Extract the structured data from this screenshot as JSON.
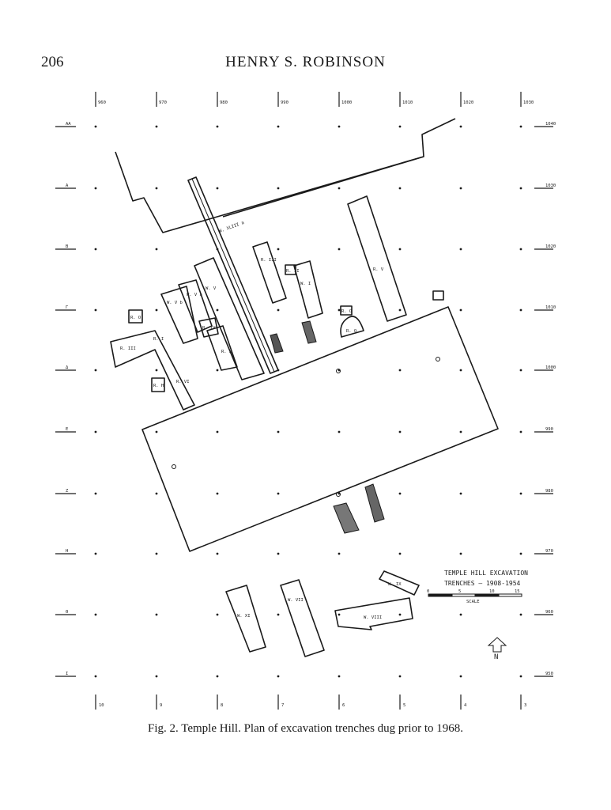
{
  "header": {
    "page_number": "206",
    "running_head": "HENRY S. ROBINSON"
  },
  "grid": {
    "top_labels": [
      "960",
      "970",
      "980",
      "990",
      "1000",
      "1010",
      "1020",
      "1030"
    ],
    "bottom_labels": [
      "10",
      "9",
      "8",
      "7",
      "6",
      "5",
      "4",
      "3"
    ],
    "left_labels": [
      "AA",
      "A",
      "B",
      "Γ",
      "Δ",
      "E",
      "Z",
      "H",
      "Θ",
      "I"
    ],
    "right_labels": [
      "1040",
      "1030",
      "1020",
      "1010",
      "1000",
      "990",
      "980",
      "970",
      "960",
      "950"
    ]
  },
  "trench_labels": {
    "w_xliii_a": "W. XLIII a",
    "r_iii": "R. III",
    "r_v": "R. V",
    "w_i": "W. I",
    "r_ii": "R. II",
    "r_o1": "R. O",
    "r_o2": "R. O",
    "w_vb": "W. V b",
    "w_va": "W. V a",
    "w_v": "W. V",
    "r_iv": "R. IV",
    "r_i": "R. I",
    "r_iii_b": "R. III",
    "r_x": "R. X",
    "r_q": "R. Q",
    "r_h": "R. H",
    "r_vi": "R. VI",
    "w_xi": "W. XI",
    "w_vii": "W. VII",
    "w_viii": "W. VIII",
    "w_ix": "W. IX"
  },
  "legend": {
    "title": "TEMPLE HILL EXCAVATION",
    "subtitle": "TRENCHES — 1908-1954",
    "scale_label": "SCALE",
    "scale_ticks": [
      "0",
      "5",
      "10",
      "15"
    ]
  },
  "north_label": "N",
  "caption": "Fig. 2.  Temple Hill. Plan of excavation trenches dug prior to 1968."
}
